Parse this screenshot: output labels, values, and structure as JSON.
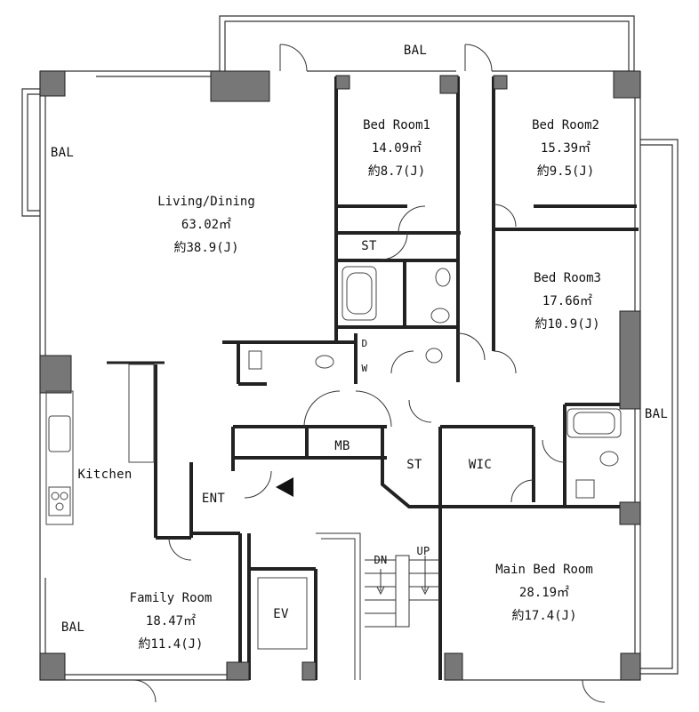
{
  "rooms": [
    {
      "name": "Living/Dining",
      "area": "63.02㎡",
      "jo": "約38.9(J)"
    },
    {
      "name": "Bed Room1",
      "area": "14.09㎡",
      "jo": "約8.7(J)"
    },
    {
      "name": "Bed Room2",
      "area": "15.39㎡",
      "jo": "約9.5(J)"
    },
    {
      "name": "Bed Room3",
      "area": "17.66㎡",
      "jo": "約10.9(J)"
    },
    {
      "name": "Main Bed Room",
      "area": "28.19㎡",
      "jo": "約17.4(J)"
    },
    {
      "name": "Family Room",
      "area": "18.47㎡",
      "jo": "約11.4(J)"
    }
  ],
  "labels": {
    "bal_top": "BAL",
    "bal_left": "BAL",
    "bal_right": "BAL",
    "bal_bottom": "BAL",
    "st1": "ST",
    "st2": "ST",
    "d": "D",
    "w": "W",
    "mb": "MB",
    "wic": "WIC",
    "kitchen": "Kitchen",
    "ent": "ENT",
    "ev": "EV",
    "dn": "DN",
    "up": "UP"
  }
}
